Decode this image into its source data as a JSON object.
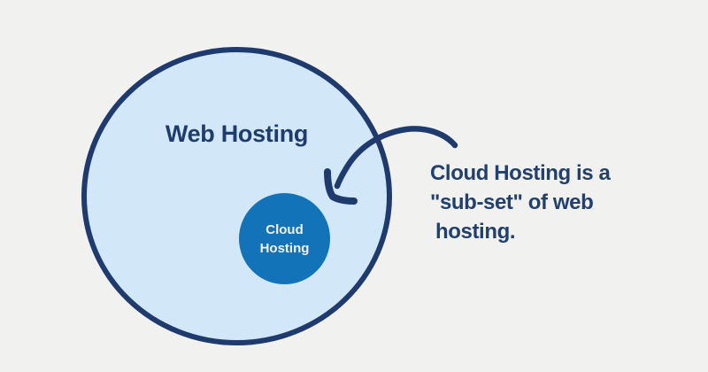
{
  "canvas": {
    "background": "#f1f1ef"
  },
  "diagram": {
    "outer_circle": {
      "label": "Web Hosting",
      "fill": "#d2e8f9",
      "border_color": "#1f3b6d"
    },
    "inner_circle": {
      "label_lines": [
        "Cloud",
        "Hosting"
      ],
      "fill": "#1273b9",
      "text_color": "#f3f0e6"
    },
    "arrow": {
      "icon": "curved-arrow-icon",
      "color": "#1f3b6d"
    }
  },
  "annotation": {
    "lines": [
      "Cloud Hosting is a",
      "\"sub-set\" of web",
      "hosting."
    ],
    "text_color": "#22406e"
  }
}
